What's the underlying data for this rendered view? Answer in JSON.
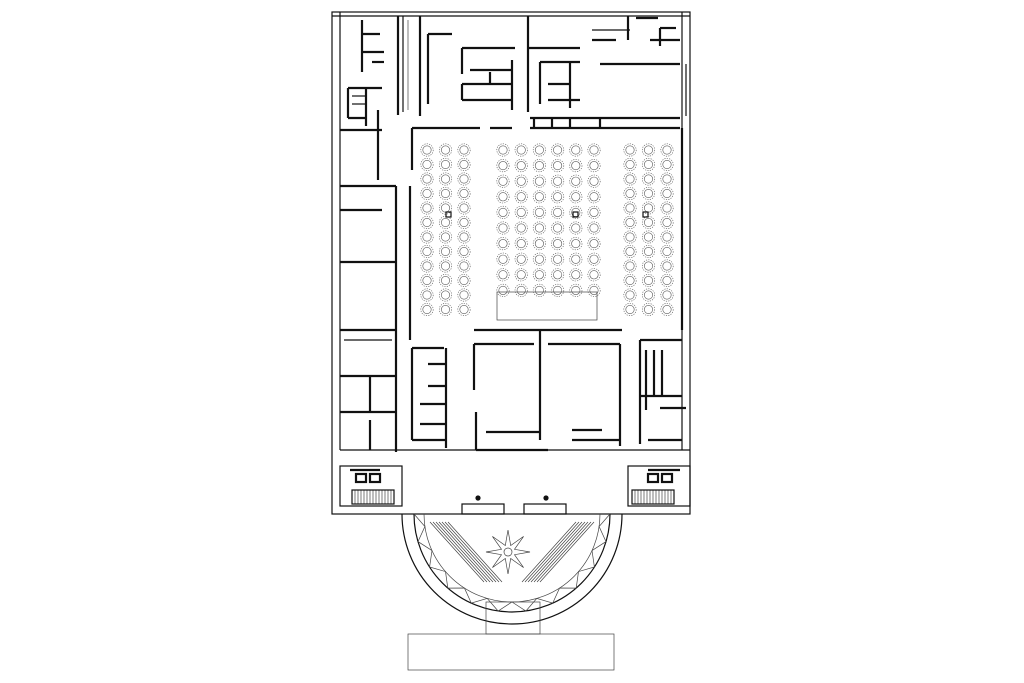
{
  "drawing": {
    "kind": "architectural floor plan",
    "line_color": "#111111",
    "background": "#ffffff"
  },
  "seating": {
    "left_block": {
      "rows": 12,
      "cols": 3
    },
    "center_block": {
      "rows": 10,
      "cols": 6
    },
    "right_block": {
      "rows": 12,
      "cols": 3
    }
  },
  "icons": {
    "lobby_floor_medallion": "star-icon"
  }
}
